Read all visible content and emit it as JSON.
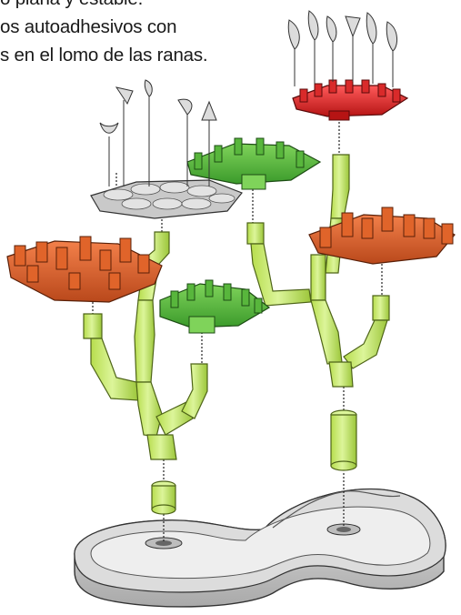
{
  "instructions": {
    "line1": "o plana y estable.",
    "line2": "os autoadhesivos con",
    "line3": "s en el lomo de las ranas."
  },
  "colors": {
    "stem_light": "#d4ef8a",
    "stem_mid": "#b7dd4d",
    "stem_outline": "#4e6418",
    "platform_green": "#58b63c",
    "platform_green_dark": "#2f7a23",
    "platform_orange": "#e0642a",
    "platform_orange_dark": "#8d3512",
    "platform_red": "#d92a2a",
    "platform_red_dark": "#7a1010",
    "platform_grey": "#c9c9c9",
    "base_grey": "#bdbdbd",
    "weapon_silver": "#dcdcdc"
  },
  "icons": {
    "weapons": "weapon-icon",
    "platform": "platform-icon",
    "base": "base-icon"
  }
}
